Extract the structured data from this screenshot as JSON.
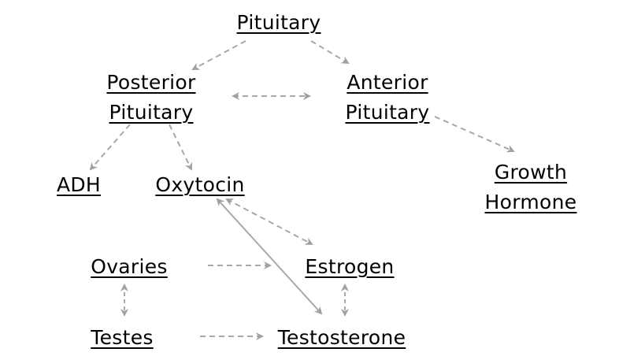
{
  "diagram": {
    "colors": {
      "background": "#ffffff",
      "text": "#000000",
      "arrow": "#a0a0a0"
    },
    "nodes": {
      "pituitary": {
        "lines": [
          "Pituitary"
        ]
      },
      "posterior": {
        "lines": [
          "Posterior",
          "Pituitary"
        ]
      },
      "anterior": {
        "lines": [
          "Anterior",
          "Pituitary"
        ]
      },
      "adh": {
        "lines": [
          "ADH"
        ]
      },
      "oxytocin": {
        "lines": [
          "Oxytocin"
        ]
      },
      "growth": {
        "lines": [
          "Growth",
          "Hormone"
        ]
      },
      "ovaries": {
        "lines": [
          "Ovaries"
        ]
      },
      "estrogen": {
        "lines": [
          "Estrogen"
        ]
      },
      "testes": {
        "lines": [
          "Testes"
        ]
      },
      "testosterone": {
        "lines": [
          "Testosterone"
        ]
      }
    },
    "edges": [
      {
        "from": "Pituitary",
        "to": "Posterior Pituitary",
        "style": "dashed",
        "direction": "forward"
      },
      {
        "from": "Pituitary",
        "to": "Anterior Pituitary",
        "style": "dashed",
        "direction": "forward"
      },
      {
        "from": "Posterior Pituitary",
        "to": "Anterior Pituitary",
        "style": "dashed",
        "direction": "both"
      },
      {
        "from": "Posterior Pituitary",
        "to": "ADH",
        "style": "dashed",
        "direction": "forward"
      },
      {
        "from": "Posterior Pituitary",
        "to": "Oxytocin",
        "style": "dashed",
        "direction": "forward"
      },
      {
        "from": "Anterior Pituitary",
        "to": "Growth Hormone",
        "style": "dashed",
        "direction": "forward"
      },
      {
        "from": "Oxytocin",
        "to": "Estrogen",
        "style": "dashed",
        "direction": "both"
      },
      {
        "from": "Oxytocin",
        "to": "Testosterone",
        "style": "solid",
        "direction": "both"
      },
      {
        "from": "Ovaries",
        "to": "Estrogen",
        "style": "dashed",
        "direction": "forward"
      },
      {
        "from": "Ovaries",
        "to": "Testes",
        "style": "dashed",
        "direction": "both"
      },
      {
        "from": "Estrogen",
        "to": "Testosterone",
        "style": "dashed",
        "direction": "both"
      },
      {
        "from": "Testes",
        "to": "Testosterone",
        "style": "dashed",
        "direction": "forward"
      }
    ]
  }
}
